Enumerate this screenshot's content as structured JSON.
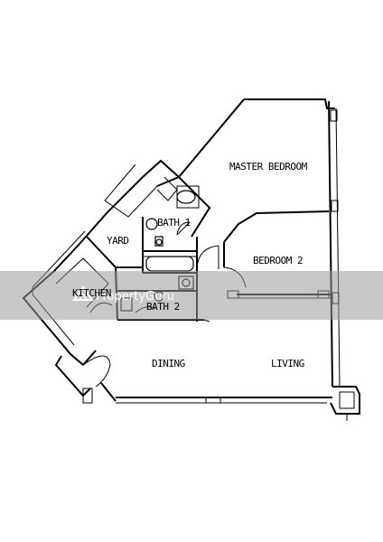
{
  "rooms": {
    "master_bedroom": "MASTER BEDROOM",
    "bedroom_2": "BEDROOM 2",
    "bath_1": "BATH 1",
    "bath_2": "BATH 2",
    "yard": "YARD",
    "kitchen": "KITCHEN",
    "dining": "DINING",
    "living": "LIVING"
  },
  "watermark": {
    "text": "PropertyGuru",
    "band_color": "#9a9a9a",
    "icon": "propertyguru-logo-icon"
  }
}
